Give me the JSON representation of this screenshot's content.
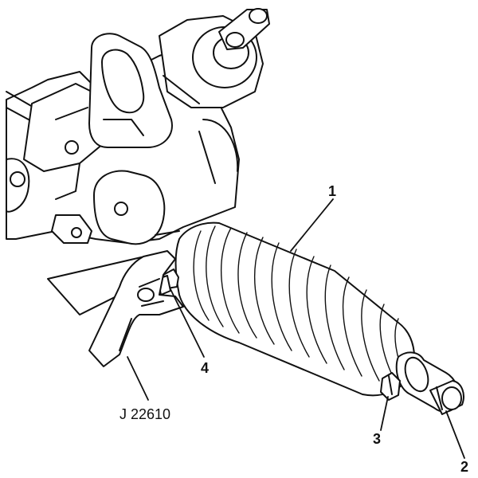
{
  "callouts": {
    "c1": "1",
    "c2": "2",
    "c3": "3",
    "c4": "4",
    "tool": "J 22610"
  }
}
